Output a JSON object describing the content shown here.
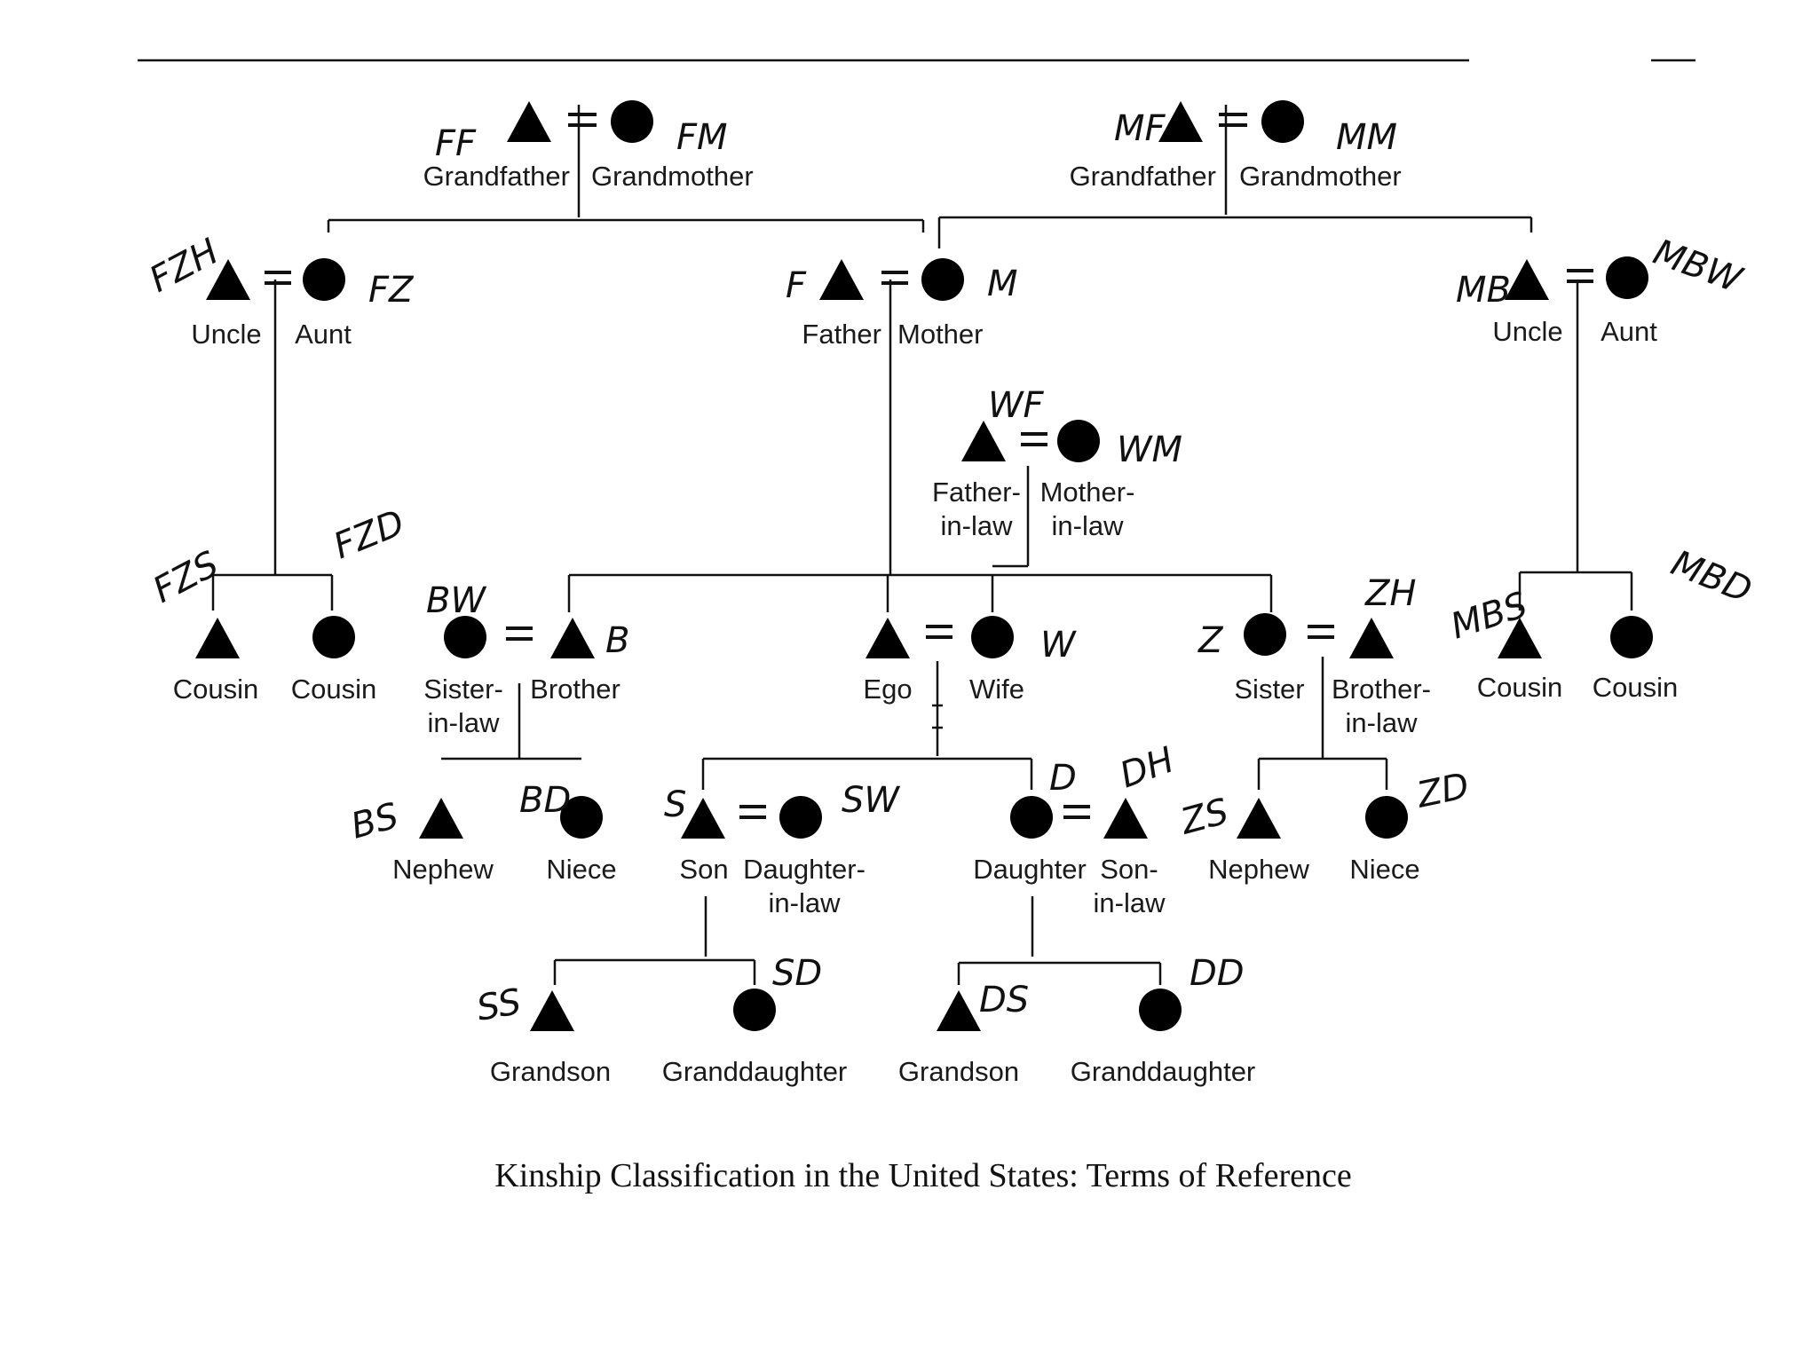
{
  "caption": "Kinship Classification in the United States: Terms of Reference",
  "people": [
    {
      "id": "ff",
      "shape": "triangle",
      "label": "Grandfather",
      "annotation": "FF"
    },
    {
      "id": "fm",
      "shape": "circle",
      "label": "Grandmother",
      "annotation": "FM"
    },
    {
      "id": "mf",
      "shape": "triangle",
      "label": "Grandfather",
      "annotation": "MF"
    },
    {
      "id": "mm",
      "shape": "circle",
      "label": "Grandmother",
      "annotation": "MM"
    },
    {
      "id": "fzh",
      "shape": "triangle",
      "label": "Uncle",
      "annotation": "FZH"
    },
    {
      "id": "fz",
      "shape": "circle",
      "label": "Aunt",
      "annotation": "FZ"
    },
    {
      "id": "f",
      "shape": "triangle",
      "label": "Father",
      "annotation": "F"
    },
    {
      "id": "m",
      "shape": "circle",
      "label": "Mother",
      "annotation": "M"
    },
    {
      "id": "mb",
      "shape": "triangle",
      "label": "Uncle",
      "annotation": "MB"
    },
    {
      "id": "mbw",
      "shape": "circle",
      "label": "Aunt",
      "annotation": "MBW"
    },
    {
      "id": "wf",
      "shape": "triangle",
      "label": "Father-in-law",
      "annotation": "WF"
    },
    {
      "id": "wm",
      "shape": "circle",
      "label": "Mother-in-law",
      "annotation": "WM"
    },
    {
      "id": "fzs",
      "shape": "triangle",
      "label": "Cousin",
      "annotation": "FZS"
    },
    {
      "id": "fzd",
      "shape": "circle",
      "label": "Cousin",
      "annotation": "FZD"
    },
    {
      "id": "bw",
      "shape": "circle",
      "label": "Sister-in-law",
      "annotation": "BW"
    },
    {
      "id": "b",
      "shape": "triangle",
      "label": "Brother",
      "annotation": "B"
    },
    {
      "id": "ego",
      "shape": "triangle",
      "label": "Ego",
      "annotation": ""
    },
    {
      "id": "w",
      "shape": "circle",
      "label": "Wife",
      "annotation": "W"
    },
    {
      "id": "z",
      "shape": "circle",
      "label": "Sister",
      "annotation": "Z"
    },
    {
      "id": "zh",
      "shape": "triangle",
      "label": "Brother-in-law",
      "annotation": "ZH"
    },
    {
      "id": "mbs",
      "shape": "triangle",
      "label": "Cousin",
      "annotation": "MBS"
    },
    {
      "id": "mbd",
      "shape": "circle",
      "label": "Cousin",
      "annotation": "MBD"
    },
    {
      "id": "bs",
      "shape": "triangle",
      "label": "Nephew",
      "annotation": "BS"
    },
    {
      "id": "bd",
      "shape": "circle",
      "label": "Niece",
      "annotation": "BD"
    },
    {
      "id": "s",
      "shape": "triangle",
      "label": "Son",
      "annotation": "S"
    },
    {
      "id": "sw",
      "shape": "circle",
      "label": "Daughter-in-law",
      "annotation": "SW"
    },
    {
      "id": "d",
      "shape": "circle",
      "label": "Daughter",
      "annotation": "D"
    },
    {
      "id": "dh",
      "shape": "triangle",
      "label": "Son-in-law",
      "annotation": "DH"
    },
    {
      "id": "zs",
      "shape": "triangle",
      "label": "Nephew",
      "annotation": "ZS"
    },
    {
      "id": "zd",
      "shape": "circle",
      "label": "Niece",
      "annotation": "ZD"
    },
    {
      "id": "ss",
      "shape": "triangle",
      "label": "Grandson",
      "annotation": "SS"
    },
    {
      "id": "sd",
      "shape": "circle",
      "label": "Granddaughter",
      "annotation": "SD"
    },
    {
      "id": "ds",
      "shape": "triangle",
      "label": "Grandson",
      "annotation": "DS"
    },
    {
      "id": "dd",
      "shape": "circle",
      "label": "Granddaughter",
      "annotation": "DD"
    }
  ]
}
